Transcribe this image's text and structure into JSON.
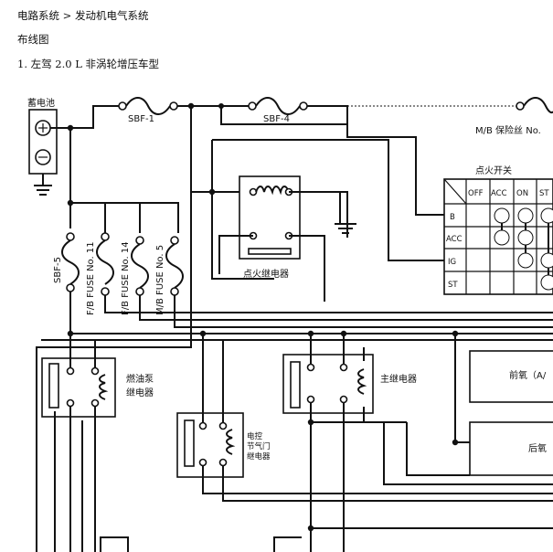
{
  "header": {
    "breadcrumb": "电路系统 > 发动机电气系统",
    "section_title": "布线图",
    "diagram_subtitle": "1. 左驾 2.0 L 非涡轮增压车型"
  },
  "diagram": {
    "battery_label": "蓄电池",
    "fuse_sbf1": "SBF-1",
    "fuse_sbf4": "SBF-4",
    "fuse_sbf5": "SBF-5",
    "mb_fuse_label": "M/B 保险丝 No.",
    "fuse_fb11": "F/B FUSE No. 11",
    "fuse_fb14": "F/B FUSE No. 14",
    "fuse_mb5": "M/B FUSE No. 5",
    "ignition_relay_label": "点火继电器",
    "ignition_switch": {
      "title": "点火开关",
      "columns": [
        "OFF",
        "ACC",
        "ON",
        "ST"
      ],
      "rows": [
        "B",
        "ACC",
        "IG",
        "ST"
      ]
    },
    "fuel_pump_relay_line1": "燃油泵",
    "fuel_pump_relay_line2": "继电器",
    "main_relay_label": "主继电器",
    "etc_relay_line1": "电控",
    "etc_relay_line2": "节气门",
    "etc_relay_line3": "继电器",
    "front_o2_label": "前氧（A/",
    "rear_o2_label": "后氧"
  }
}
